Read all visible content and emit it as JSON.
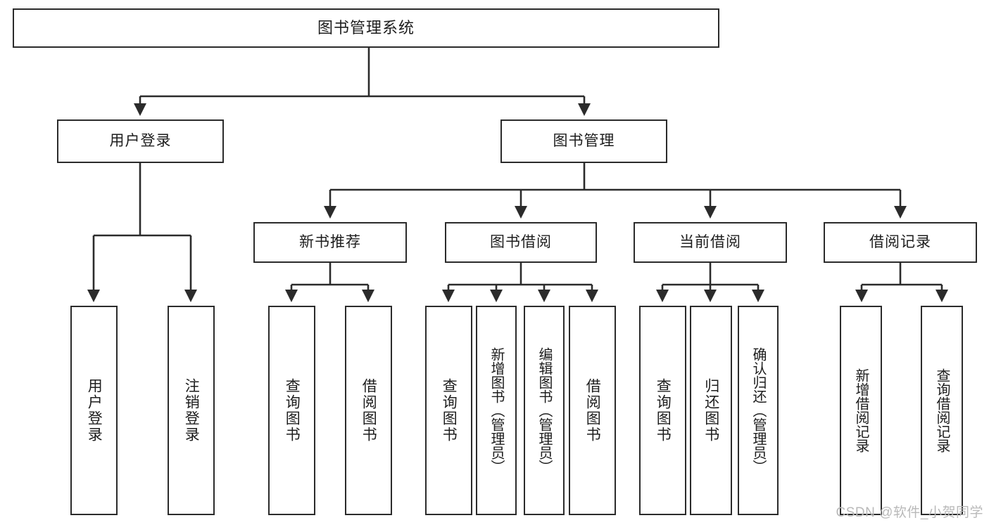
{
  "diagram": {
    "type": "tree-flowchart",
    "title": "图书管理系统",
    "line_color": "#2b2b2b",
    "box_fill": "#ffffff",
    "text_color": "#1d1d1d",
    "watermark": "CSDN @软件_小贺同学",
    "watermark_color": "#b9b9b9"
  },
  "nodes": {
    "root": {
      "label": "图书管理系统"
    },
    "level2": [
      {
        "label": "用户登录"
      },
      {
        "label": "图书管理"
      }
    ],
    "level3": [
      {
        "label": "新书推荐"
      },
      {
        "label": "图书借阅"
      },
      {
        "label": "当前借阅"
      },
      {
        "label": "借阅记录"
      }
    ],
    "leaves": {
      "user_login": [
        {
          "label": "用户登录"
        },
        {
          "label": "注销登录"
        }
      ],
      "new_book_recommend": [
        {
          "label": "查询图书"
        },
        {
          "label": "借阅图书"
        }
      ],
      "book_borrow": [
        {
          "label": "查询图书"
        },
        {
          "label": "新增图书（管理员）"
        },
        {
          "label": "编辑图书（管理员）"
        },
        {
          "label": "借阅图书"
        }
      ],
      "current_borrow": [
        {
          "label": "查询图书"
        },
        {
          "label": "归还图书"
        },
        {
          "label": "确认归还（管理员）"
        }
      ],
      "borrow_record": [
        {
          "label": "新增借阅记录"
        },
        {
          "label": "查询借阅记录"
        }
      ]
    }
  },
  "edges": [
    {
      "from": "图书管理系统",
      "to": "用户登录"
    },
    {
      "from": "图书管理系统",
      "to": "图书管理"
    },
    {
      "from": "用户登录",
      "to": "用户登录"
    },
    {
      "from": "用户登录",
      "to": "注销登录"
    },
    {
      "from": "图书管理",
      "to": "新书推荐"
    },
    {
      "from": "图书管理",
      "to": "图书借阅"
    },
    {
      "from": "图书管理",
      "to": "当前借阅"
    },
    {
      "from": "图书管理",
      "to": "借阅记录"
    },
    {
      "from": "新书推荐",
      "to": "查询图书"
    },
    {
      "from": "新书推荐",
      "to": "借阅图书"
    },
    {
      "from": "图书借阅",
      "to": "查询图书"
    },
    {
      "from": "图书借阅",
      "to": "新增图书（管理员）"
    },
    {
      "from": "图书借阅",
      "to": "编辑图书（管理员）"
    },
    {
      "from": "图书借阅",
      "to": "借阅图书"
    },
    {
      "from": "当前借阅",
      "to": "查询图书"
    },
    {
      "from": "当前借阅",
      "to": "归还图书"
    },
    {
      "from": "当前借阅",
      "to": "确认归还（管理员）"
    },
    {
      "from": "借阅记录",
      "to": "新增借阅记录"
    },
    {
      "from": "借阅记录",
      "to": "查询借阅记录"
    }
  ]
}
